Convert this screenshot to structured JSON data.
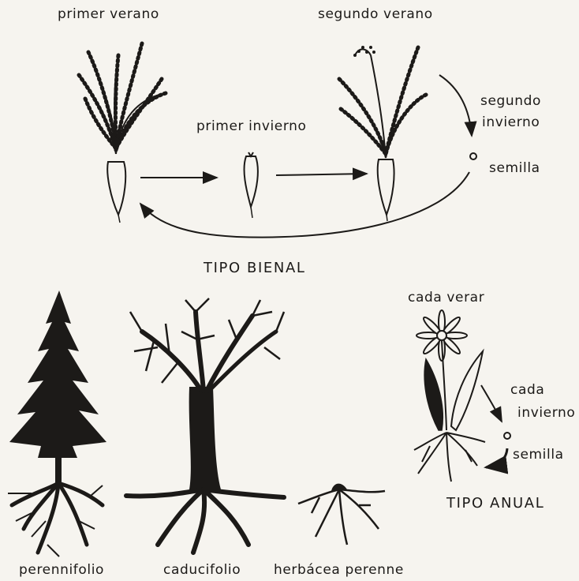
{
  "biennial": {
    "first_summer": "primer verano",
    "first_winter": "primer invierno",
    "second_summer": "segundo verano",
    "second_winter_line1": "segundo",
    "second_winter_line2": "invierno",
    "seed": "semilla",
    "caption": "TIPO BIENAL"
  },
  "annual": {
    "each_summer": "cada verar",
    "each_winter_line1": "cada",
    "each_winter_line2": "invierno",
    "seed": "semilla",
    "caption": "TIPO ANUAL"
  },
  "perennials": {
    "evergreen": "perennifolio",
    "deciduous": "caducifolio",
    "herbaceous": "herbácea perenne"
  },
  "colors": {
    "ink": "#1c1a18",
    "paper": "#f6f4ef",
    "root": "#e9e5dc"
  }
}
